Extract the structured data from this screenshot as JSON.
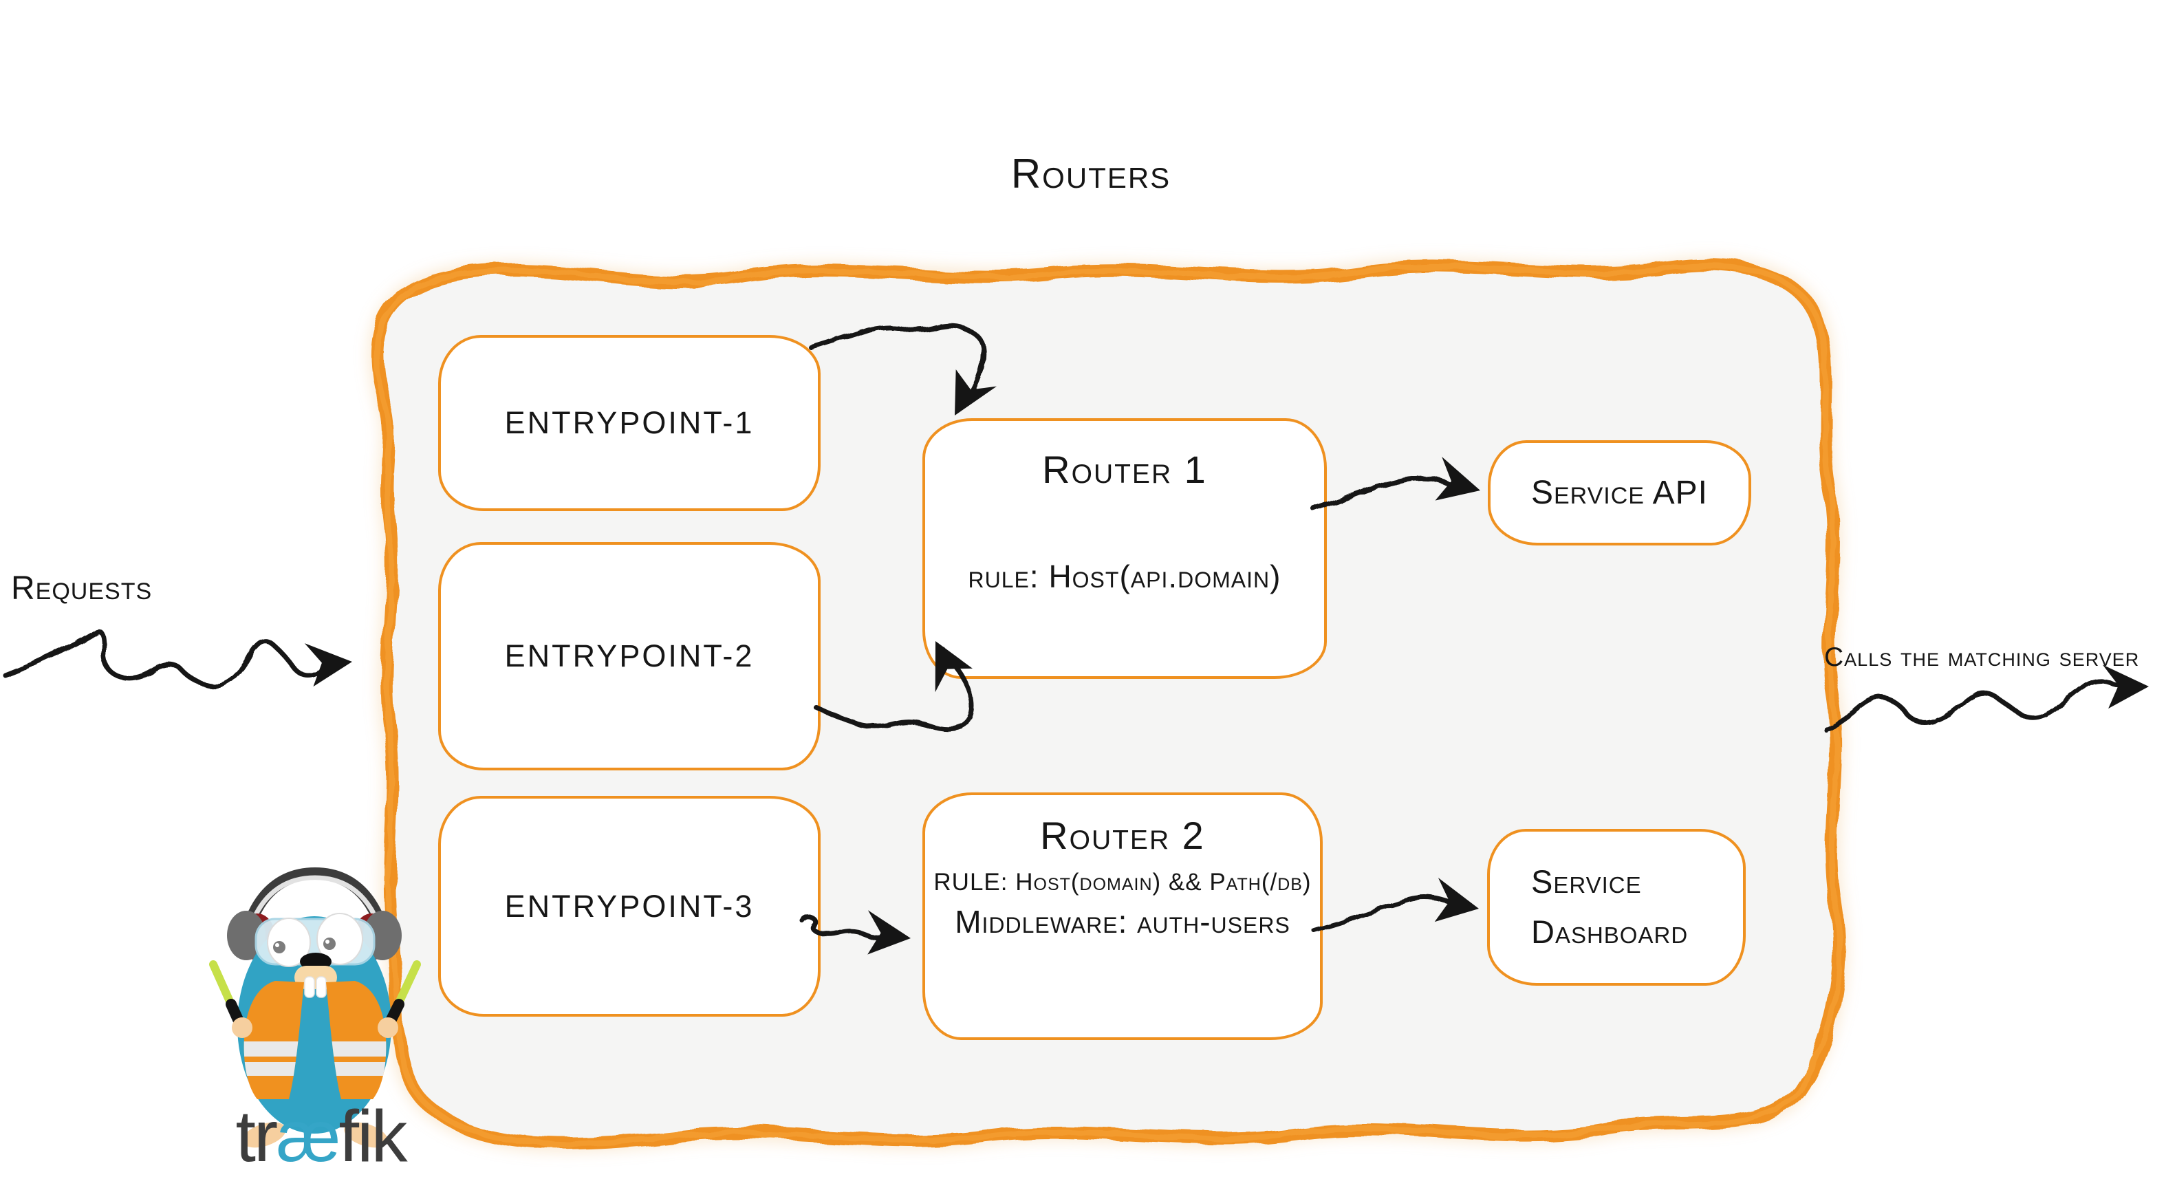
{
  "title": "Routers",
  "outside": {
    "requests_label": "Requests",
    "calls_label": "Calls the matching server"
  },
  "entrypoints": [
    {
      "label": "ENTRYPOINT-1"
    },
    {
      "label": "ENTRYPOINT-2"
    },
    {
      "label": "ENTRYPOINT-3"
    }
  ],
  "routers": [
    {
      "title": "Router 1",
      "rule": "rule: Host(api.domain)"
    },
    {
      "title": "Router 2",
      "rule": "RULE: Host(domain) && Path(/db)",
      "middleware": "Middleware: auth-users"
    }
  ],
  "services": [
    {
      "label": "Service API"
    },
    {
      "label_line1": "Service",
      "label_line2": "Dashboard"
    }
  ],
  "logo": {
    "wordmark": [
      "tr",
      "æ",
      "fik"
    ],
    "mascot": "traefik-gopher-mascot"
  },
  "colors": {
    "accent_orange": "#ef9120",
    "panel_gray": "#f5f5f4",
    "ink": "#161616",
    "logo_teal": "#35a5c7",
    "logo_dark": "#3d3d3d",
    "mascot_body_teal": "#31a3c4",
    "vest_orange": "#f0911f",
    "baton_green": "#c6e049"
  }
}
